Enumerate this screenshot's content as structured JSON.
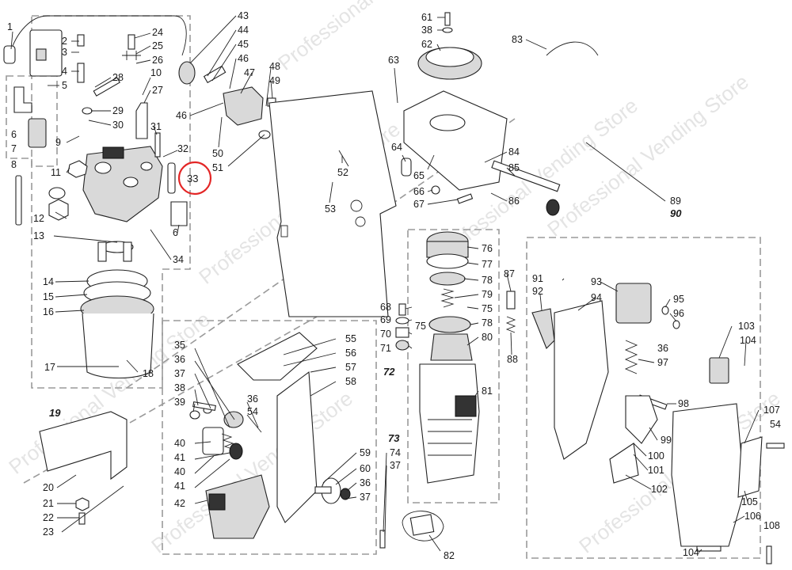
{
  "watermark": {
    "text": "Professional Vending Store"
  },
  "highlight": {
    "label": "33",
    "color": "#e32626"
  },
  "groups": {
    "g19": "19",
    "g72": "72",
    "g73": "73",
    "g90": "90"
  },
  "labels": {
    "l1": "1",
    "l2": "2",
    "l3": "3",
    "l4": "4",
    "l5": "5",
    "l6": "6",
    "l6b": "6",
    "l7": "7",
    "l8": "8",
    "l9": "9",
    "l10": "10",
    "l11": "11",
    "l12": "12",
    "l13": "13",
    "l14": "14",
    "l15": "15",
    "l16": "16",
    "l17": "17",
    "l18": "18",
    "l20": "20",
    "l21": "21",
    "l22": "22",
    "l23": "23",
    "l24": "24",
    "l25": "25",
    "l26": "26",
    "l27": "27",
    "l28": "28",
    "l29": "29",
    "l30": "30",
    "l31": "31",
    "l32": "32",
    "l34": "34",
    "l35": "35",
    "l36a": "36",
    "l36b": "36",
    "l36c": "36",
    "l36d": "36",
    "l37a": "37",
    "l37b": "37",
    "l37c": "37",
    "l38a": "38",
    "l38b": "38",
    "l39": "39",
    "l40a": "40",
    "l40b": "40",
    "l41a": "41",
    "l41b": "41",
    "l42": "42",
    "l43": "43",
    "l44": "44",
    "l45": "45",
    "l46a": "46",
    "l46b": "46",
    "l47": "47",
    "l48": "48",
    "l49": "49",
    "l50": "50",
    "l51": "51",
    "l52": "52",
    "l53": "53",
    "l54a": "54",
    "l54b": "54",
    "l55": "55",
    "l56": "56",
    "l57": "57",
    "l58": "58",
    "l59": "59",
    "l60": "60",
    "l61": "61",
    "l62": "62",
    "l63": "63",
    "l64": "64",
    "l65": "65",
    "l66": "66",
    "l67": "67",
    "l68": "68",
    "l69": "69",
    "l70": "70",
    "l71": "71",
    "l74": "74",
    "l75a": "75",
    "l75b": "75",
    "l76": "76",
    "l77": "77",
    "l78a": "78",
    "l78b": "78",
    "l79": "79",
    "l80": "80",
    "l81": "81",
    "l82": "82",
    "l83": "83",
    "l84": "84",
    "l85": "85",
    "l86": "86",
    "l87": "87",
    "l88": "88",
    "l89": "89",
    "l91": "91",
    "l92": "92",
    "l93": "93",
    "l94": "94",
    "l95": "95",
    "l96": "96",
    "l97": "97",
    "l98": "98",
    "l99": "99",
    "l100": "100",
    "l101": "101",
    "l102": "102",
    "l103": "103",
    "l104a": "104",
    "l104b": "104",
    "l105": "105",
    "l106": "106",
    "l107": "107",
    "l108": "108"
  }
}
